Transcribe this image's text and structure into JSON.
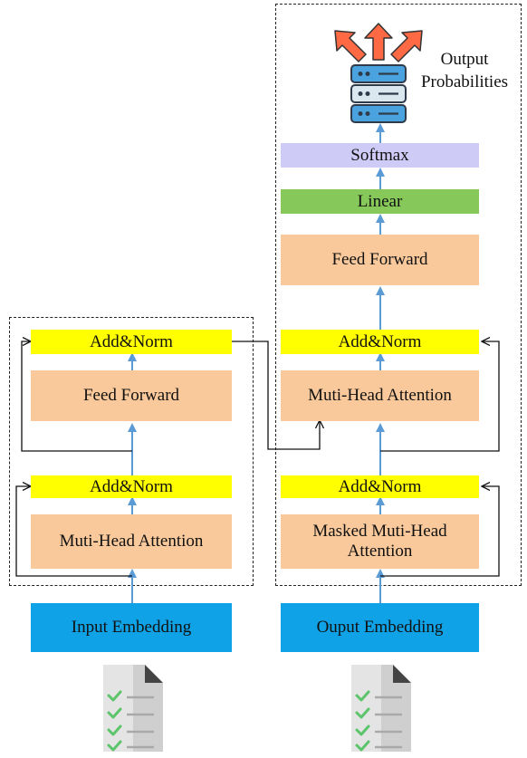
{
  "encoder": {
    "addnorm_top": "Add&Norm",
    "feed_forward": "Feed Forward",
    "addnorm_bottom": "Add&Norm",
    "attention": "Muti-Head Attention",
    "embedding": "Input Embedding"
  },
  "decoder": {
    "output_label_line1": "Output",
    "output_label_line2": "Probabilities",
    "softmax": "Softmax",
    "linear": "Linear",
    "feed_forward": "Feed Forward",
    "addnorm_top": "Add&Norm",
    "attention": "Muti-Head Attention",
    "addnorm_bottom": "Add&Norm",
    "masked_attention_line1": "Masked Muti-Head",
    "masked_attention_line2": "Attention",
    "embedding": "Ouput Embedding"
  },
  "icons": {
    "output": "server-output-arrows-icon",
    "input_document": "checklist-document-icon",
    "output_document": "checklist-document-icon"
  },
  "colors": {
    "add_norm": "#ffff00",
    "sublayer": "#f9c99b",
    "linear": "#86c95a",
    "softmax": "#cfcbf7",
    "embedding": "#10a2e6",
    "arrow": "#5b9bd5"
  }
}
